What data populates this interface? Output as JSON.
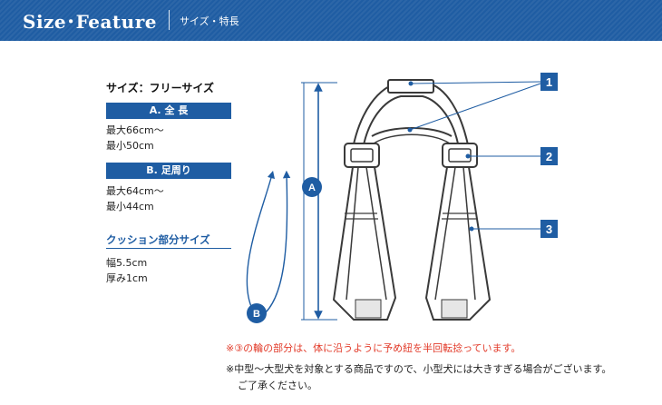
{
  "header": {
    "title": "Size･Feature",
    "subtitle": "サイズ・特長"
  },
  "size": {
    "title": "サイズ：フリーサイズ",
    "sections": [
      {
        "label": "A. 全 長",
        "values": [
          "最大66cm〜",
          "最小50cm"
        ]
      },
      {
        "label": "B. 足周り",
        "values": [
          "最大64cm〜",
          "最小44cm"
        ]
      }
    ],
    "cushion": {
      "title": "クッション部分サイズ",
      "values": [
        "幅5.5cm",
        "厚み1cm"
      ]
    }
  },
  "diagram": {
    "markers": {
      "a": "A",
      "b": "B"
    },
    "callouts": [
      "1",
      "2",
      "3"
    ],
    "colors": {
      "accent": "#1f5da3",
      "strap": "#3a3a3a",
      "pad": "#e6e6e6"
    }
  },
  "notes": [
    {
      "text": "※③の輪の部分は、体に沿うように予め紐を半回転捻っています。",
      "color": "red"
    },
    {
      "text": "※中型〜大型犬を対象とする商品ですので、小型犬には大きすぎる場合がございます。",
      "color": "black"
    },
    {
      "text": "ご了承ください。",
      "color": "black"
    }
  ]
}
